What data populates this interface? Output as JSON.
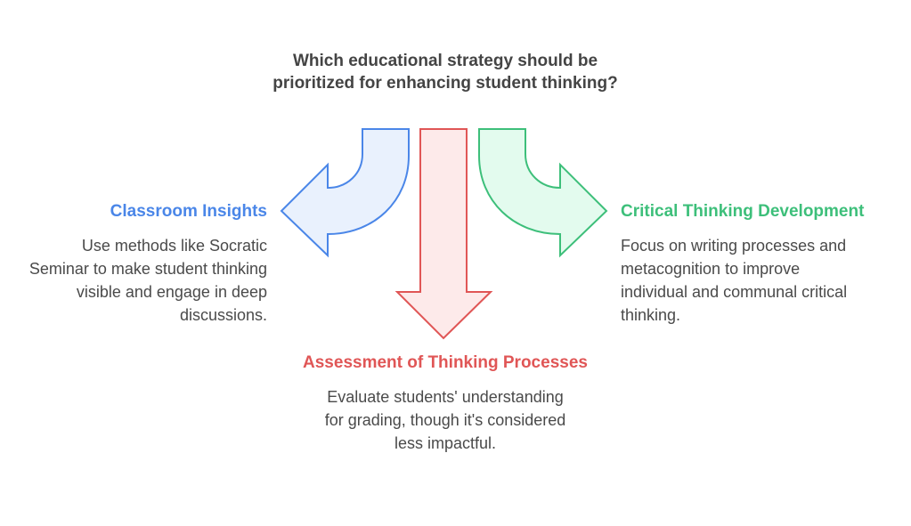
{
  "title": "Which educational strategy should be prioritized for enhancing student thinking?",
  "options": [
    {
      "heading": "Classroom Insights",
      "description": "Use methods like Socratic Seminar to make student thinking visible and engage in deep discussions.",
      "color": "#4a86e8"
    },
    {
      "heading": "Assessment of Thinking Processes",
      "description": "Evaluate students' understanding for grading, though it's considered less impactful.",
      "color": "#e05656"
    },
    {
      "heading": "Critical Thinking Development",
      "description": "Focus on writing processes and metacognition to improve individual and communal critical thinking.",
      "color": "#3dbf7a"
    }
  ]
}
